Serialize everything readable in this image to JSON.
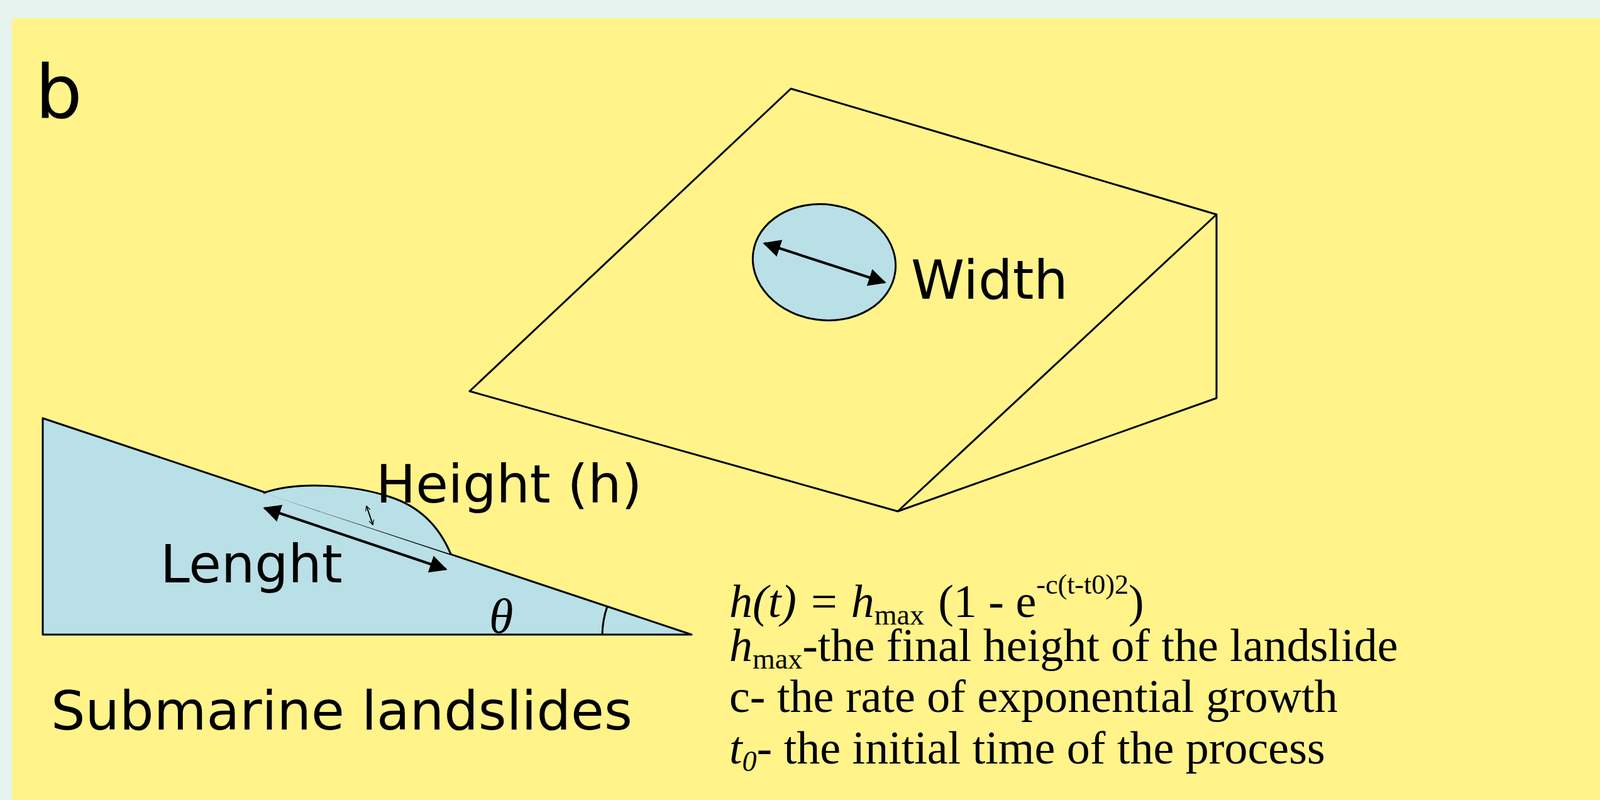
{
  "diagram": {
    "labels": [
      "b",
      "Width",
      "Height (h)",
      "Lenght",
      "θ",
      "Submarine landslides",
      "h(t) = h",
      "max",
      "(1 - e",
      "-c(t-t0)2",
      ")",
      "h",
      "max",
      "-the final height of the landslide",
      "c- the rate of exponential growth",
      "t",
      "0",
      "- the initial time of the process"
    ]
  }
}
